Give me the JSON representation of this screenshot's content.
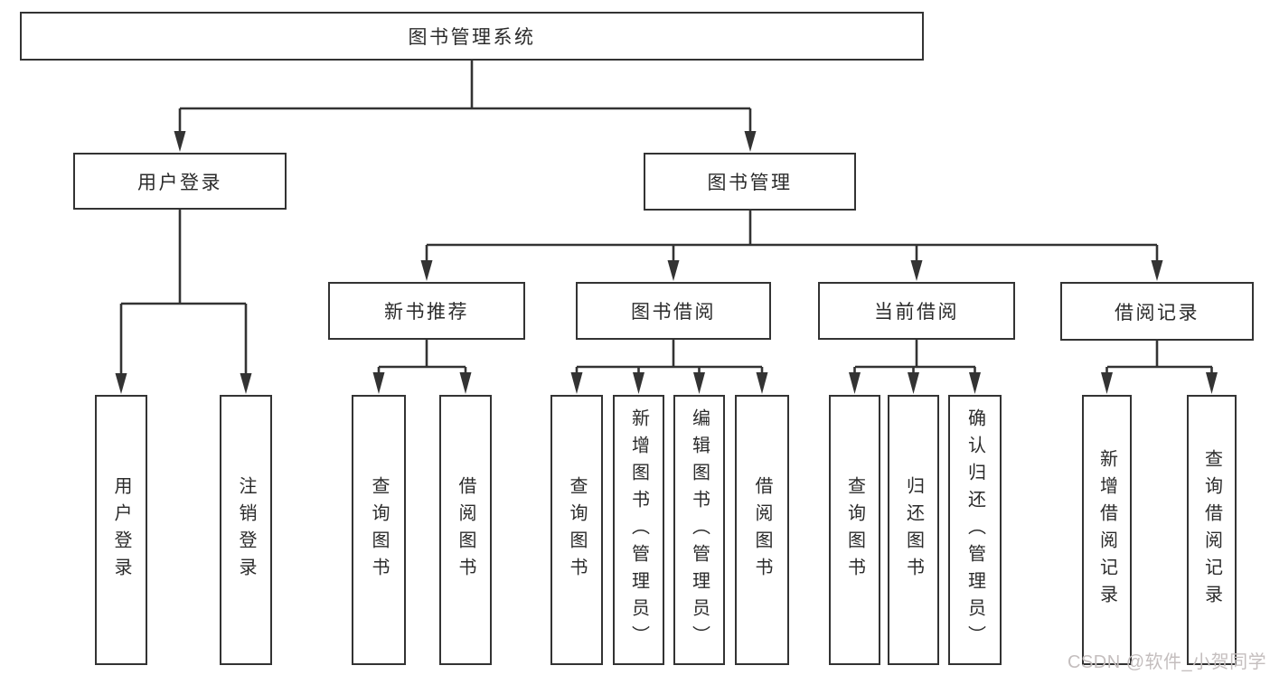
{
  "nodes": {
    "root": "图书管理系统",
    "user_login_branch": "用户登录",
    "book_mgmt_branch": "图书管理",
    "new_book_rec": "新书推荐",
    "book_borrow": "图书借阅",
    "current_borrow": "当前借阅",
    "borrow_record": "借阅记录",
    "leaf_user_login": "用户登录",
    "leaf_logout": "注销登录",
    "leaf_nbr_query": "查询图书",
    "leaf_nbr_borrow": "借阅图书",
    "leaf_bb_query": "查询图书",
    "leaf_bb_add": "新增图书（管理员）",
    "leaf_bb_edit": "编辑图书（管理员）",
    "leaf_bb_borrow": "借阅图书",
    "leaf_cb_query": "查询图书",
    "leaf_cb_return": "归还图书",
    "leaf_cb_confirm": "确认归还（管理员）",
    "leaf_br_add": "新增借阅记录",
    "leaf_br_query": "查询借阅记录"
  },
  "watermark": {
    "text": "CSDN @软件_小贺同学"
  },
  "colors": {
    "line": "#333333",
    "border": "#333333",
    "box_bg": "#ffffff",
    "text": "#2b2b2b",
    "watermark": "#c4bebe",
    "background": "#ffffff"
  }
}
